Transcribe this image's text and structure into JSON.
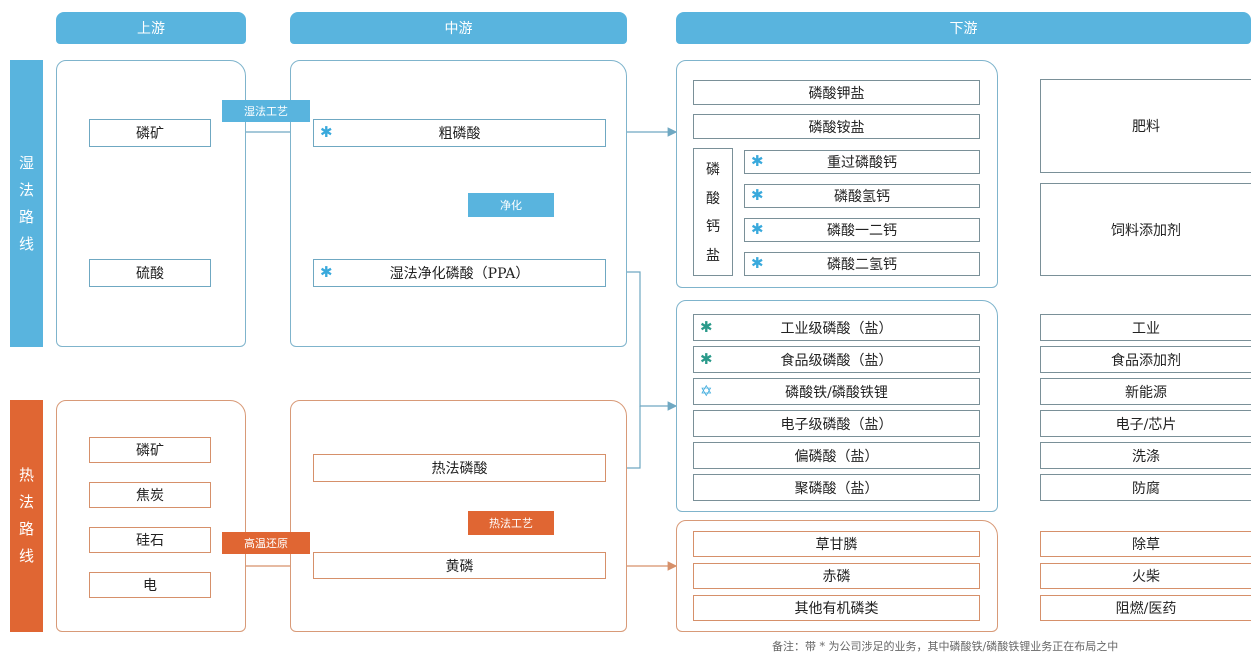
{
  "headers": {
    "upstream": "上游",
    "midstream": "中游",
    "downstream": "下游"
  },
  "routes": {
    "wet": [
      "湿",
      "法",
      "路",
      "线"
    ],
    "thermal": [
      "热",
      "法",
      "路",
      "线"
    ]
  },
  "wet_upstream": [
    "磷矿",
    "硫酸"
  ],
  "wet_midstream": {
    "crude": "粗磷酸",
    "ppa": "湿法净化磷酸（PPA）"
  },
  "process_tags": {
    "wet": "湿法工艺",
    "purify": "净化",
    "thermal": "热法工艺",
    "reduction": "高温还原"
  },
  "thermal_upstream": [
    "磷矿",
    "焦炭",
    "硅石",
    "电"
  ],
  "thermal_midstream": {
    "thermal_acid": "热法磷酸",
    "yellow_p": "黄磷"
  },
  "fert_products": {
    "potassium": "磷酸钾盐",
    "ammonium": "磷酸铵盐",
    "calcium_group": [
      "磷",
      "酸",
      "钙",
      "盐"
    ],
    "calcium_items": [
      "重过磷酸钙",
      "磷酸氢钙",
      "磷酸一二钙",
      "磷酸二氢钙"
    ]
  },
  "fert_uses": [
    "肥料",
    "饲料添加剂"
  ],
  "industrial_products": [
    "工业级磷酸（盐）",
    "食品级磷酸（盐）",
    "磷酸铁/磷酸铁锂",
    "电子级磷酸（盐）",
    "偏磷酸（盐）",
    "聚磷酸（盐）"
  ],
  "industrial_uses": [
    "工业",
    "食品添加剂",
    "新能源",
    "电子/芯片",
    "洗涤",
    "防腐"
  ],
  "organic_products": [
    "草甘膦",
    "赤磷",
    "其他有机磷类"
  ],
  "organic_uses": [
    "除草",
    "火柴",
    "阻燃/医药"
  ],
  "note": "备注：带 * 为公司涉足的业务，其中磷酸铁/磷酸铁锂业务正在布局之中",
  "icons": {
    "star": "✱",
    "hollow_star": "✡"
  },
  "colors": {
    "blue": "#59b4de",
    "orange": "#e06633",
    "teal_star": "#2a9a8a"
  }
}
